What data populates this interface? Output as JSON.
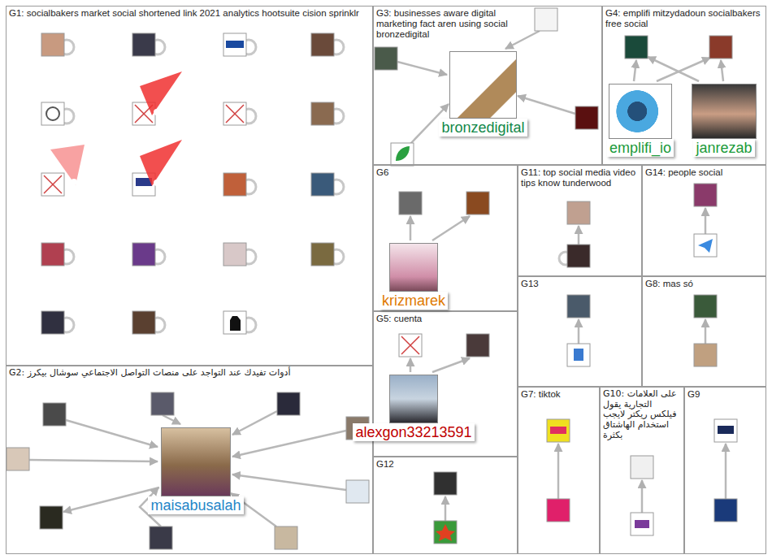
{
  "diagram": {
    "nodes": [
      {
        "text": [
          "G1: socialbakers market social shortened link 2021 analytics hootsuite cision sprinklr"
        ]
      },
      {
        "text": [
          "G3: businesses aware digital marketing fact aren using social bronzedigital"
        ]
      },
      {
        "text": [
          "bronzedigital"
        ],
        "in": 1
      },
      {
        "text": [
          "G4: emplifi mitzydadoun socialbakers free social"
        ]
      },
      {
        "text": [
          "emplifi_io"
        ],
        "in": 3
      },
      {
        "text": [
          "janrezab"
        ],
        "in": 3
      },
      {
        "text": [
          "G6"
        ]
      },
      {
        "text": [
          "krizmarek"
        ],
        "in": 6
      },
      {
        "text": [
          "G11: top social media video tips know tunderwood"
        ]
      },
      {
        "text": [
          "G14: people social"
        ]
      },
      {
        "text": [
          "G2: أدوات تفيدك عند التواجد على منصات التواصل الاجتماعي سوشال بيكرز"
        ]
      },
      {
        "text": [
          "maisabusalah"
        ],
        "in": 10
      },
      {
        "text": [
          "G5: cuenta"
        ]
      },
      {
        "text": [
          "alexgon33213591"
        ],
        "in": 12
      },
      {
        "text": [
          "G13"
        ]
      },
      {
        "text": [
          "G8: mas só"
        ]
      },
      {
        "text": [
          "G12"
        ]
      },
      {
        "text": [
          "G7: tiktok"
        ]
      },
      {
        "text": [
          "G10: على العلامات التجارية يقول فيلكس ريكتر لايجب استخدام الهاشتاق بكثرة"
        ]
      },
      {
        "text": [
          "G9"
        ]
      }
    ]
  }
}
